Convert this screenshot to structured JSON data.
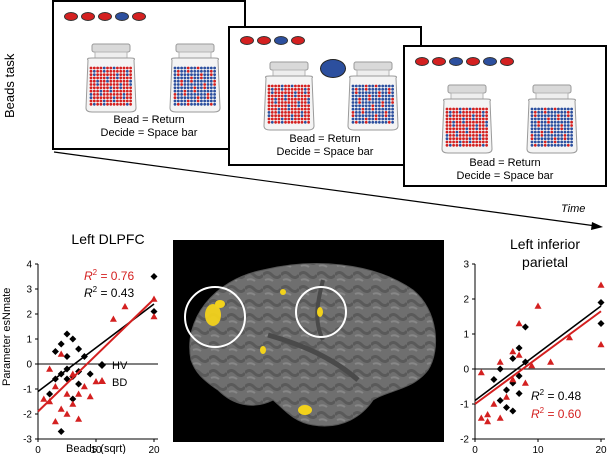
{
  "task": {
    "side_label": "Beads task",
    "time_label": "Time",
    "frames": [
      {
        "beads": [
          "red",
          "red",
          "red",
          "blue",
          "red"
        ],
        "drawn": null,
        "line1": "Bead = Return",
        "line2": "Decide = Space bar"
      },
      {
        "beads": [
          "red",
          "red",
          "blue",
          "red"
        ],
        "drawn": "blue",
        "line1": "Bead = Return",
        "line2": "Decide = Space bar"
      },
      {
        "beads": [
          "red",
          "red",
          "blue",
          "red",
          "blue",
          "red"
        ],
        "drawn": null,
        "line1": "Bead = Return",
        "line2": "Decide = Space bar"
      }
    ],
    "jar_left_majority": "red",
    "jar_right_majority": "blue"
  },
  "colors": {
    "red": "#d42020",
    "blue": "#2c4f9e",
    "hv": "#000000",
    "bd": "#d42020",
    "brain_bg": "#000000",
    "activation": "#f2d21b"
  },
  "left_chart": {
    "title": "Left DLPFC",
    "ylabel": "Parameter esNmate",
    "xlabel": "Beads (sqrt)",
    "r2_bd": "= 0.76",
    "r2_hv": "= 0.43",
    "legend_hv": "HV",
    "legend_bd": "BD"
  },
  "right_chart": {
    "title_line1": "Left inferior",
    "title_line2": "parietal",
    "r2_hv": "= 0.48",
    "r2_bd": "= 0.60"
  },
  "r2_symbol": "R",
  "r2_sup": "2",
  "chart_data": [
    {
      "type": "scatter",
      "title": "Left DLPFC",
      "xlabel": "Beads (sqrt)",
      "ylabel": "Parameter esNmate",
      "xlim": [
        0,
        20
      ],
      "ylim": [
        -3,
        4
      ],
      "xticks": [
        0,
        10,
        20
      ],
      "yticks": [
        -3,
        -2,
        -1,
        0,
        1,
        2,
        3,
        4
      ],
      "series": [
        {
          "name": "HV",
          "marker": "diamond",
          "points": [
            [
              2,
              -1.2
            ],
            [
              3,
              -0.6
            ],
            [
              3,
              0.5
            ],
            [
              4,
              0.8
            ],
            [
              4,
              -0.4
            ],
            [
              4,
              -2.7
            ],
            [
              5,
              1.2
            ],
            [
              5,
              0.3
            ],
            [
              5,
              -0.2
            ],
            [
              5,
              -0.6
            ],
            [
              6,
              1.0
            ],
            [
              6,
              -0.5
            ],
            [
              6,
              -1.4
            ],
            [
              7,
              0.6
            ],
            [
              7,
              -0.3
            ],
            [
              7,
              -0.8
            ],
            [
              8,
              0.3
            ],
            [
              9,
              -0.4
            ],
            [
              20,
              3.5
            ],
            [
              20,
              2.1
            ]
          ]
        },
        {
          "name": "BD",
          "marker": "triangle",
          "points": [
            [
              1,
              -1.4
            ],
            [
              2,
              -1.5
            ],
            [
              2,
              -0.2
            ],
            [
              3,
              -2.3
            ],
            [
              3,
              -0.9
            ],
            [
              4,
              -1.8
            ],
            [
              4,
              0.4
            ],
            [
              5,
              -1.2
            ],
            [
              5,
              -2.0
            ],
            [
              6,
              -0.4
            ],
            [
              6,
              -1.6
            ],
            [
              7,
              -1.2
            ],
            [
              7,
              -2.2
            ],
            [
              8,
              -0.9
            ],
            [
              9,
              -1.3
            ],
            [
              10,
              -0.7
            ],
            [
              13,
              1.8
            ],
            [
              15,
              2.3
            ],
            [
              20,
              2.6
            ],
            [
              20,
              1.9
            ]
          ]
        }
      ],
      "fits": [
        {
          "series": "HV",
          "x": [
            0,
            20
          ],
          "y": [
            -1.1,
            2.4
          ]
        },
        {
          "series": "BD",
          "x": [
            0,
            20
          ],
          "y": [
            -1.9,
            2.6
          ]
        }
      ]
    },
    {
      "type": "scatter",
      "title": "Left inferior parietal",
      "xlabel": "",
      "ylabel": "",
      "xlim": [
        0,
        20
      ],
      "ylim": [
        -2,
        3
      ],
      "xticks": [
        0,
        10,
        20
      ],
      "yticks": [
        -2,
        -1,
        0,
        1,
        2,
        3
      ],
      "series": [
        {
          "name": "HV",
          "marker": "diamond",
          "points": [
            [
              3,
              -0.3
            ],
            [
              4,
              -0.9
            ],
            [
              4,
              0.0
            ],
            [
              5,
              -0.6
            ],
            [
              5,
              -1.1
            ],
            [
              6,
              0.3
            ],
            [
              6,
              -0.4
            ],
            [
              6,
              -1.2
            ],
            [
              7,
              0.6
            ],
            [
              7,
              -0.2
            ],
            [
              7,
              -0.7
            ],
            [
              8,
              1.2
            ],
            [
              8,
              0.2
            ],
            [
              20,
              1.9
            ],
            [
              20,
              1.3
            ]
          ]
        },
        {
          "name": "BD",
          "marker": "triangle",
          "points": [
            [
              1,
              -1.4
            ],
            [
              1,
              -0.1
            ],
            [
              2,
              -1.3
            ],
            [
              2,
              -1.5
            ],
            [
              3,
              -1.0
            ],
            [
              4,
              0.2
            ],
            [
              4,
              -1.4
            ],
            [
              5,
              -0.8
            ],
            [
              6,
              0.5
            ],
            [
              6,
              -0.3
            ],
            [
              7,
              1.3
            ],
            [
              7,
              0.4
            ],
            [
              8,
              -0.4
            ],
            [
              9,
              0.1
            ],
            [
              10,
              1.8
            ],
            [
              12,
              0.2
            ],
            [
              15,
              0.9
            ],
            [
              20,
              2.4
            ],
            [
              20,
              0.7
            ]
          ]
        }
      ],
      "fits": [
        {
          "series": "HV",
          "x": [
            0,
            20
          ],
          "y": [
            -0.9,
            1.8
          ]
        },
        {
          "series": "BD",
          "x": [
            0,
            20
          ],
          "y": [
            -1.0,
            1.65
          ]
        }
      ]
    }
  ]
}
